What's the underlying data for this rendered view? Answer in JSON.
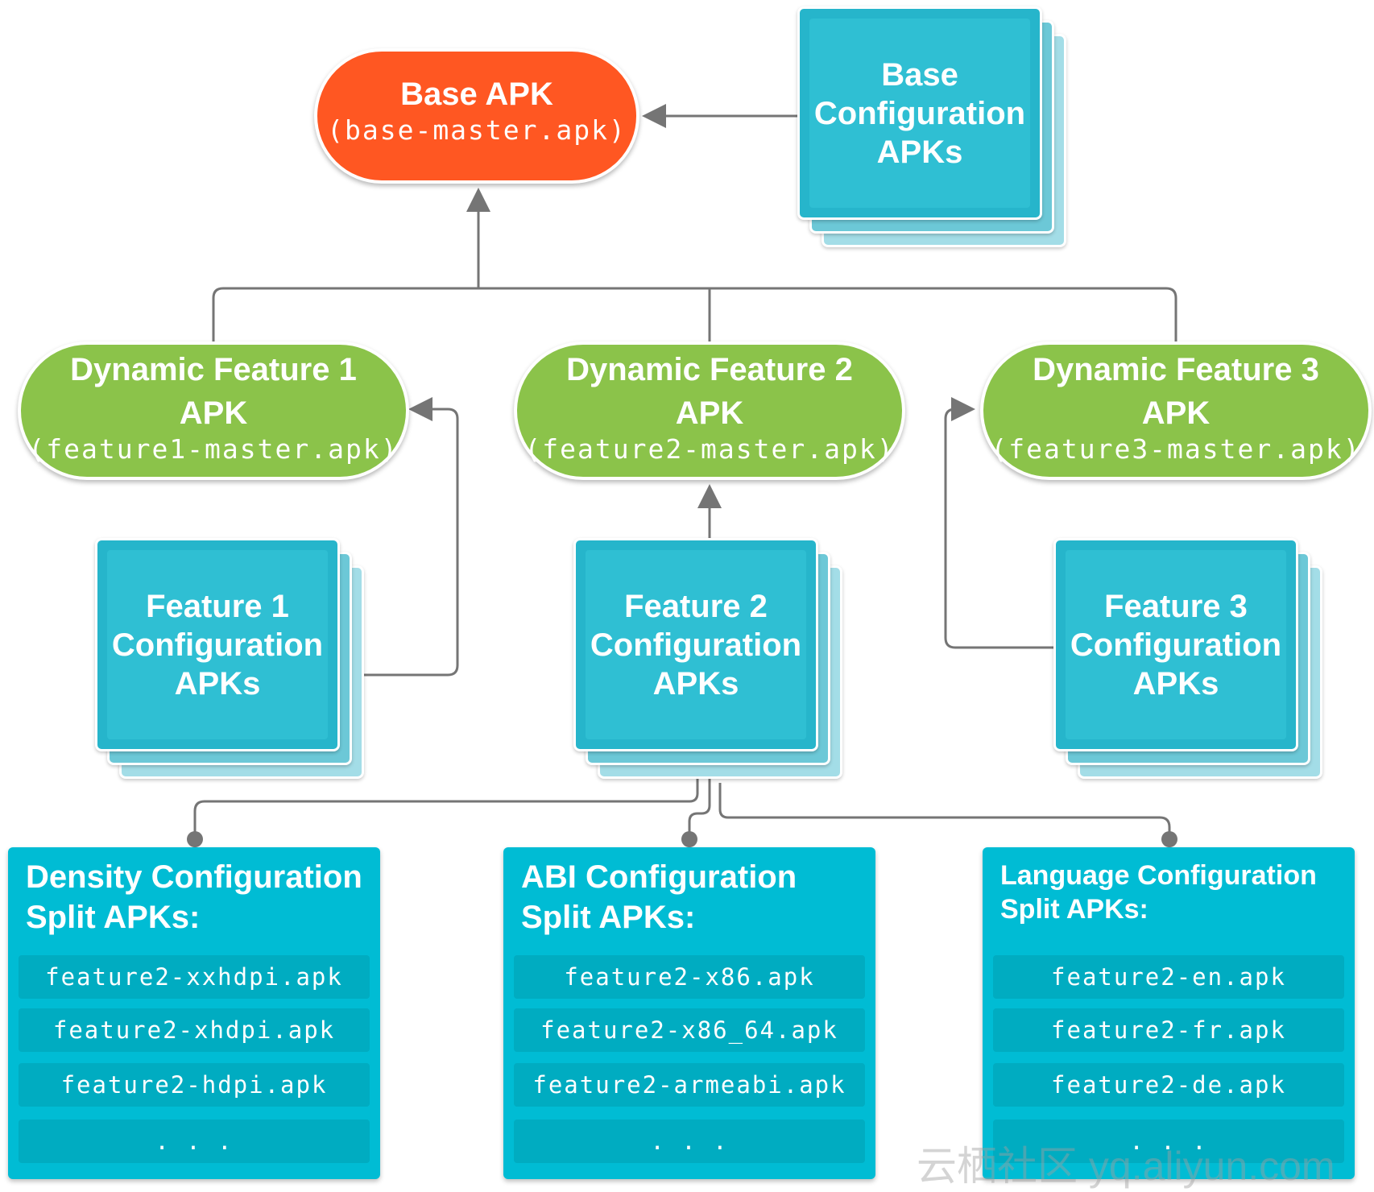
{
  "base_apk": {
    "title": "Base APK",
    "file": "(base-master.apk)"
  },
  "base_config": {
    "lines": [
      "Base",
      "Configuration",
      "APKs"
    ]
  },
  "features": [
    {
      "title1": "Dynamic Feature 1",
      "title2": "APK",
      "file": "(feature1-master.apk)"
    },
    {
      "title1": "Dynamic Feature 2",
      "title2": "APK",
      "file": "(feature2-master.apk)"
    },
    {
      "title1": "Dynamic Feature 3",
      "title2": "APK",
      "file": "(feature3-master.apk)"
    }
  ],
  "feature_configs": [
    {
      "lines": [
        "Feature 1",
        "Configuration",
        "APKs"
      ]
    },
    {
      "lines": [
        "Feature 2",
        "Configuration",
        "APKs"
      ]
    },
    {
      "lines": [
        "Feature 3",
        "Configuration",
        "APKs"
      ]
    }
  ],
  "splits": [
    {
      "title1": "Density Configuration",
      "title2": "Split APKs:",
      "items": [
        "feature2-xxhdpi.apk",
        "feature2-xhdpi.apk",
        "feature2-hdpi.apk",
        ". . ."
      ]
    },
    {
      "title1": "ABI Configuration",
      "title2": "Split APKs:",
      "items": [
        "feature2-x86.apk",
        "feature2-x86_64.apk",
        "feature2-armeabi.apk",
        ". . ."
      ]
    },
    {
      "title1": "Language Configuration",
      "title2": "Split APKs:",
      "items": [
        "feature2-en.apk",
        "feature2-fr.apk",
        "feature2-de.apk",
        ". . ."
      ]
    }
  ],
  "watermark": "云栖社区 yq.aliyun.com",
  "colors": {
    "base": "#ff5722",
    "feature": "#8bc34a",
    "config": "#26b5cb",
    "split": "#00bcd4",
    "connector": "#757575"
  }
}
